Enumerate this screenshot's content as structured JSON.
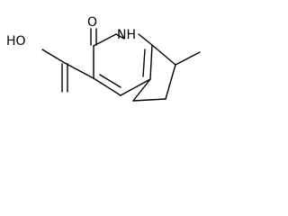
{
  "structure": {
    "atoms": {
      "carboxyl_oh": "HO",
      "carbonyl_o": "O",
      "ring_nh": "NH"
    }
  }
}
